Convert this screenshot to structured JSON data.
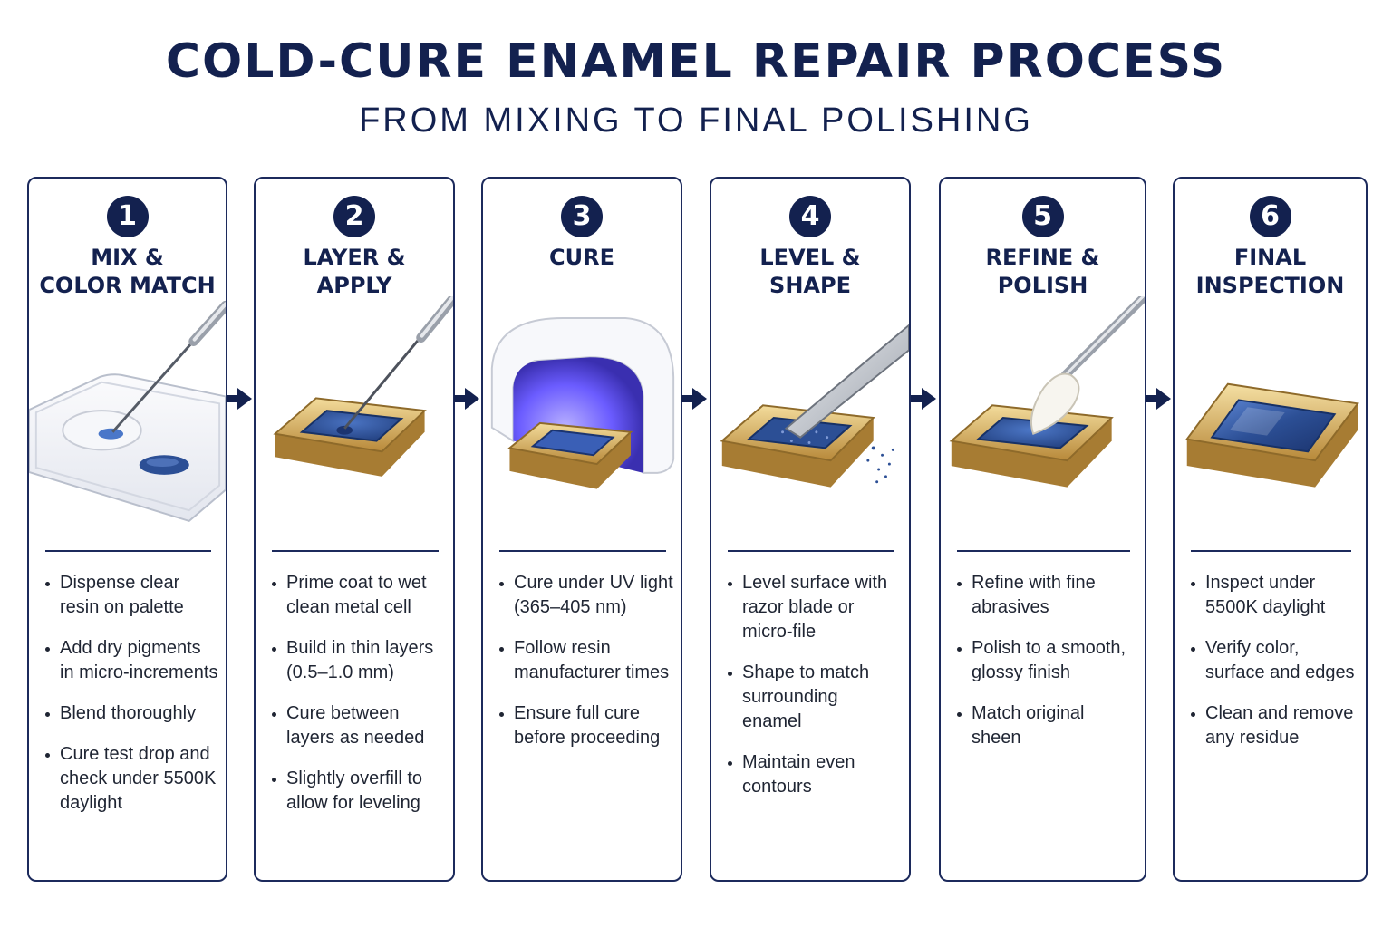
{
  "header": {
    "title": "COLD-CURE ENAMEL REPAIR PROCESS",
    "subtitle": "FROM MIXING TO FINAL POLISHING"
  },
  "colors": {
    "navy": "#13214f",
    "gold": "#d9b464",
    "enamel_blue": "#2c4f95",
    "uv_violet": "#6b5cff"
  },
  "steps": [
    {
      "number": "1",
      "title_lines": [
        "MIX &",
        "COLOR MATCH"
      ],
      "illustration": "resin-palette-icon",
      "bullets": [
        "Dispense clear resin on palette",
        "Add dry pigments in micro-increments",
        "Blend thoroughly",
        "Cure test drop and check under 5500K daylight"
      ]
    },
    {
      "number": "2",
      "title_lines": [
        "LAYER &",
        "APPLY"
      ],
      "illustration": "applicator-tool-icon",
      "bullets": [
        "Prime coat to wet clean metal cell",
        "Build in thin layers (0.5–1.0 mm)",
        "Cure between layers as needed",
        "Slightly overfill to allow for leveling"
      ]
    },
    {
      "number": "3",
      "title_lines": [
        "CURE"
      ],
      "illustration": "uv-lamp-icon",
      "bullets": [
        "Cure under UV light (365–405 nm)",
        "Follow resin manufacturer times",
        "Ensure full cure before proceeding"
      ]
    },
    {
      "number": "4",
      "title_lines": [
        "LEVEL &",
        "SHAPE"
      ],
      "illustration": "razor-blade-icon",
      "bullets": [
        "Level surface with razor blade or micro-file",
        "Shape to match surrounding enamel",
        "Maintain even contours"
      ]
    },
    {
      "number": "5",
      "title_lines": [
        "REFINE &",
        "POLISH"
      ],
      "illustration": "polishing-tip-icon",
      "bullets": [
        "Refine with fine abrasives",
        "Polish to a smooth, glossy finish",
        "Match original sheen"
      ]
    },
    {
      "number": "6",
      "title_lines": [
        "FINAL",
        "INSPECTION"
      ],
      "illustration": "finished-badge-icon",
      "bullets": [
        "Inspect under 5500K daylight",
        "Verify color, surface and edges",
        "Clean and remove any residue"
      ]
    }
  ]
}
